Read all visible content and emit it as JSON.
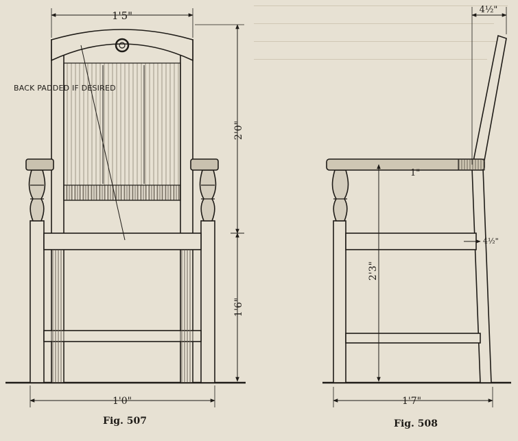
{
  "figures": [
    {
      "caption": "Fig. 507",
      "note": "BACK PADDED IF DESIRED",
      "dimensions": {
        "top_width": "1'5\"",
        "back_height": "2'0\"",
        "seat_height": "1'6\"",
        "bottom_width": "1'0\""
      }
    },
    {
      "caption": "Fig. 508",
      "dimensions": {
        "top_offset": "4½\"",
        "arm_thickness": "1\"",
        "back_offset": "4½\"",
        "arm_height": "2'3\"",
        "base_depth": "1'7\""
      }
    }
  ],
  "colors": {
    "paper": "#e7e1d3",
    "ink": "#1e1b17",
    "wood_shade": "#6b6458"
  }
}
